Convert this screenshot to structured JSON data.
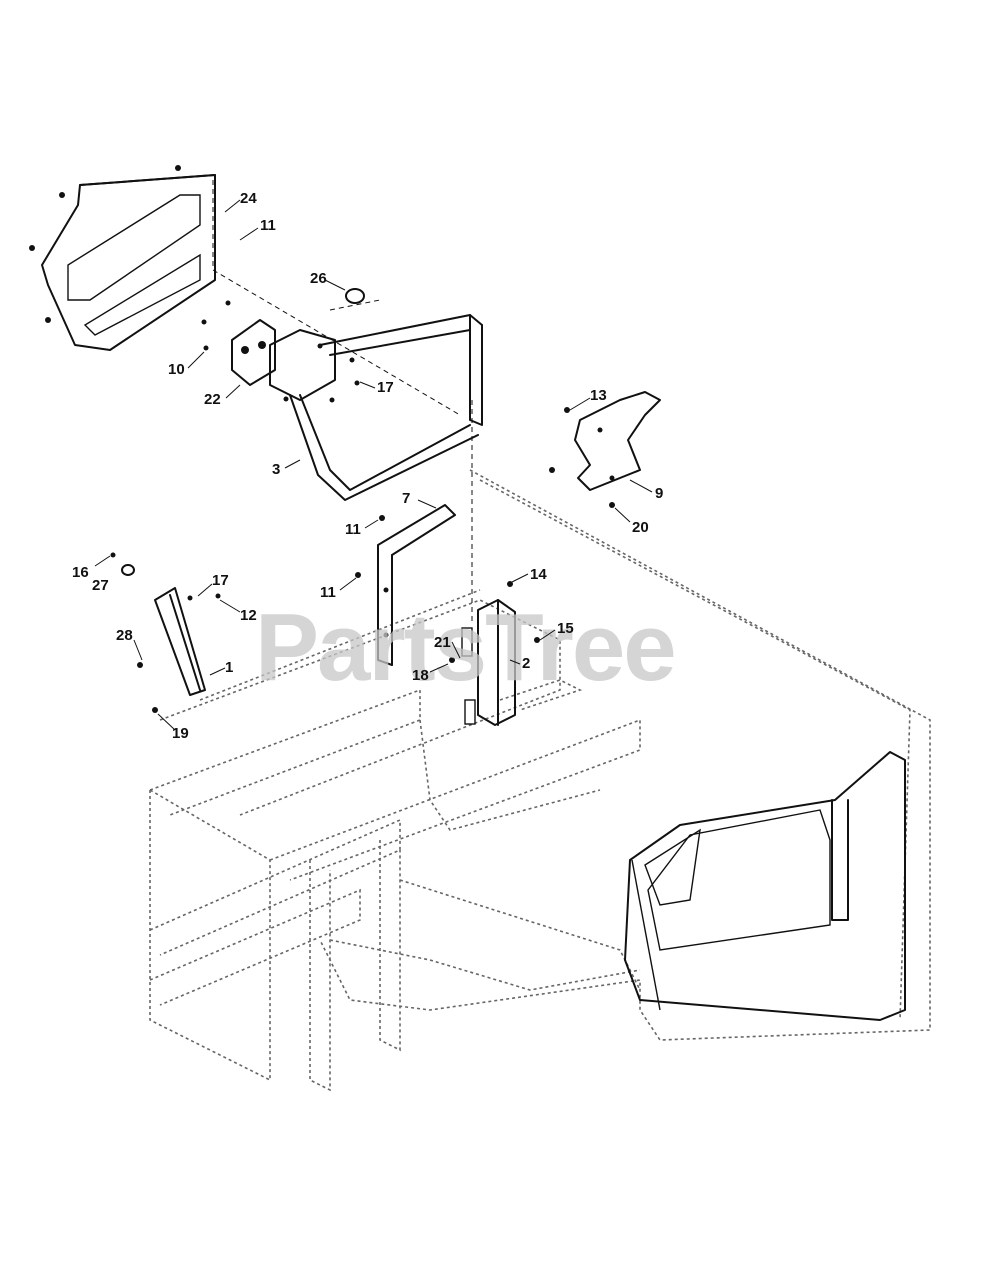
{
  "watermark": "PartsTree",
  "callouts": [
    {
      "id": "24",
      "label": "24"
    },
    {
      "id": "11a",
      "label": "11"
    },
    {
      "id": "26",
      "label": "26"
    },
    {
      "id": "10",
      "label": "10"
    },
    {
      "id": "22",
      "label": "22"
    },
    {
      "id": "17a",
      "label": "17"
    },
    {
      "id": "3",
      "label": "3"
    },
    {
      "id": "13",
      "label": "13"
    },
    {
      "id": "9",
      "label": "9"
    },
    {
      "id": "20",
      "label": "20"
    },
    {
      "id": "7",
      "label": "7"
    },
    {
      "id": "11b",
      "label": "11"
    },
    {
      "id": "11c",
      "label": "11"
    },
    {
      "id": "16",
      "label": "16"
    },
    {
      "id": "27",
      "label": "27"
    },
    {
      "id": "17b",
      "label": "17"
    },
    {
      "id": "12",
      "label": "12"
    },
    {
      "id": "14",
      "label": "14"
    },
    {
      "id": "15",
      "label": "15"
    },
    {
      "id": "28",
      "label": "28"
    },
    {
      "id": "21",
      "label": "21"
    },
    {
      "id": "2",
      "label": "2"
    },
    {
      "id": "1",
      "label": "1"
    },
    {
      "id": "18",
      "label": "18"
    },
    {
      "id": "19",
      "label": "19"
    }
  ]
}
